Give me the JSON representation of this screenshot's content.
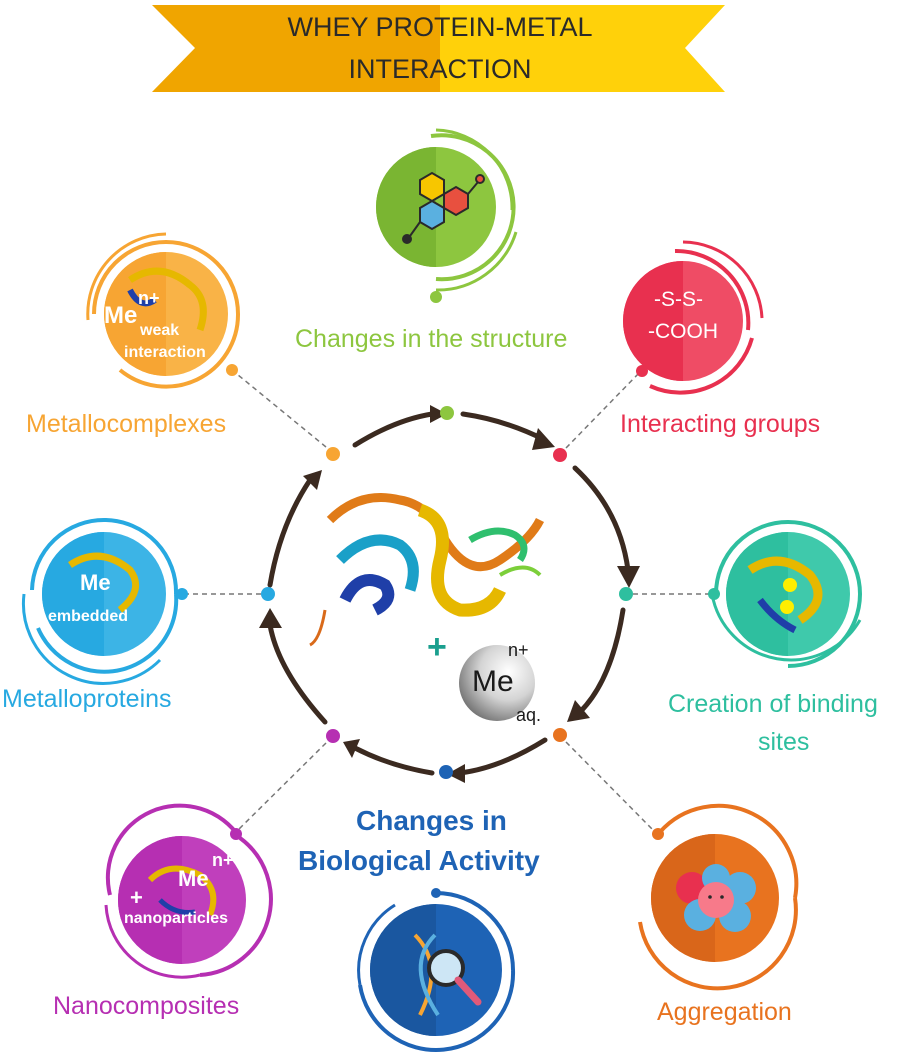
{
  "title": {
    "line1": "WHEY PROTEIN-METAL",
    "line2": "INTERACTION"
  },
  "center": {
    "plus": "+",
    "metal_symbol": "Me",
    "charge": "n+",
    "state": "aq."
  },
  "nodes": {
    "structure": {
      "label": "Changes in the structure",
      "color": "#8dc63f"
    },
    "interacting": {
      "label": "Interacting groups",
      "color": "#e8304f",
      "text1": "-S-S-",
      "text2": "-COOH"
    },
    "binding": {
      "label1": "Creation of binding",
      "label2": "sites",
      "color": "#2ebf9f"
    },
    "aggregation": {
      "label": "Aggregation",
      "color": "#e8731f"
    },
    "biological": {
      "label1": "Changes in",
      "label2": "Biological Activity",
      "color": "#1e63b5"
    },
    "nanocomposites": {
      "label": "Nanocomposites",
      "color": "#b62fb2",
      "plus": "+",
      "me": "Me",
      "charge": "n+",
      "text": "nanoparticles"
    },
    "metalloproteins": {
      "label": "Metalloproteins",
      "color": "#27a9e1",
      "me": "Me",
      "text": "embedded"
    },
    "metallocomplexes": {
      "label": "Metallocomplexes",
      "color": "#f7a533",
      "me": "Me",
      "charge": "n+",
      "text1": "weak",
      "text2": "interaction"
    }
  },
  "colors": {
    "arrow": "#3b2a20",
    "banner": "#f7c600",
    "dash": "#777777"
  }
}
